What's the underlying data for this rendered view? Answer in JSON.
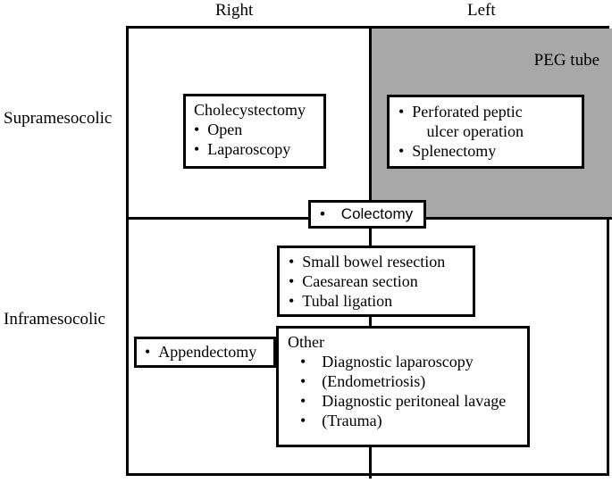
{
  "diagram": {
    "type": "matrix-flow-diagram",
    "column_headers": [
      {
        "key": "right",
        "label": "Right"
      },
      {
        "key": "left",
        "label": "Left"
      }
    ],
    "row_headers": [
      {
        "key": "supramesocolic",
        "label": "Supramesocolic"
      },
      {
        "key": "inframesocolic",
        "label": "Inframesocolic"
      }
    ],
    "colors": {
      "shaded_quadrant": "#a8a8a8",
      "line": "#000000",
      "background": "#ffffff",
      "box_fill": "#ffffff"
    },
    "shaded_quadrant": {
      "row": "supramesocolic",
      "column": "left",
      "annotation": "PEG tube"
    },
    "nodes": [
      {
        "id": "cholecystectomy",
        "quadrant": "supramesocolic-right",
        "heading": "Cholecystectomy",
        "items": [
          "Open",
          "Laparoscopy"
        ]
      },
      {
        "id": "peg-left-upper",
        "quadrant": "supramesocolic-left",
        "heading": "",
        "items": [
          "Perforated peptic ulcer operation",
          "Splenectomy"
        ],
        "items_lines": [
          [
            "Perforated peptic",
            "ulcer operation"
          ],
          [
            "Splenectomy"
          ]
        ]
      },
      {
        "id": "colectomy",
        "quadrant": "center-divider",
        "heading": "",
        "items": [
          "Colectomy"
        ]
      },
      {
        "id": "small-bowel",
        "quadrant": "inframesocolic-center",
        "heading": "",
        "items": [
          "Small bowel resection",
          "Caesarean section",
          "Tubal ligation"
        ]
      },
      {
        "id": "appendectomy",
        "quadrant": "inframesocolic-right",
        "heading": "",
        "items": [
          "Appendectomy"
        ]
      },
      {
        "id": "other",
        "quadrant": "inframesocolic-center",
        "heading": "Other",
        "items": [
          "Diagnostic laparoscopy",
          "(Endometriosis)",
          "Diagnostic peritoneal lavage",
          "(Trauma)"
        ]
      }
    ],
    "bullet_glyph": "•"
  }
}
